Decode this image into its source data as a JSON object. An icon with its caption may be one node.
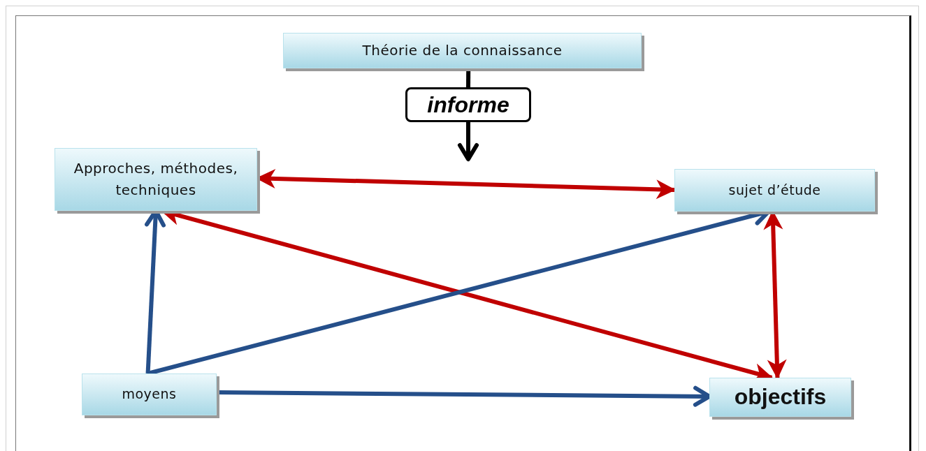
{
  "diagram": {
    "nodes": [
      {
        "text": [
          "Théorie de la connaissance"
        ]
      },
      {
        "text": [
          "informe"
        ]
      },
      {
        "text": [
          "Approches, méthodes, techniques"
        ]
      },
      {
        "text": [
          "sujet d’étude"
        ]
      },
      {
        "text": [
          "moyens"
        ]
      },
      {
        "text": [
          "objectifs"
        ]
      }
    ],
    "edges": [
      {
        "from": 0,
        "to": 1,
        "arrow": "none",
        "color": "#000000"
      },
      {
        "from": 1,
        "to": null,
        "arrow": "to",
        "color": "#000000"
      },
      {
        "from": 2,
        "to": 3,
        "arrow": "both",
        "color": "#c00000"
      },
      {
        "from": 2,
        "to": 5,
        "arrow": "both",
        "color": "#c00000"
      },
      {
        "from": 3,
        "to": 5,
        "arrow": "both",
        "color": "#c00000"
      },
      {
        "from": 4,
        "to": 2,
        "arrow": "to",
        "color": "#254f8a"
      },
      {
        "from": 4,
        "to": 3,
        "arrow": "to",
        "color": "#254f8a"
      },
      {
        "from": 4,
        "to": 5,
        "arrow": "to",
        "color": "#254f8a"
      }
    ]
  }
}
